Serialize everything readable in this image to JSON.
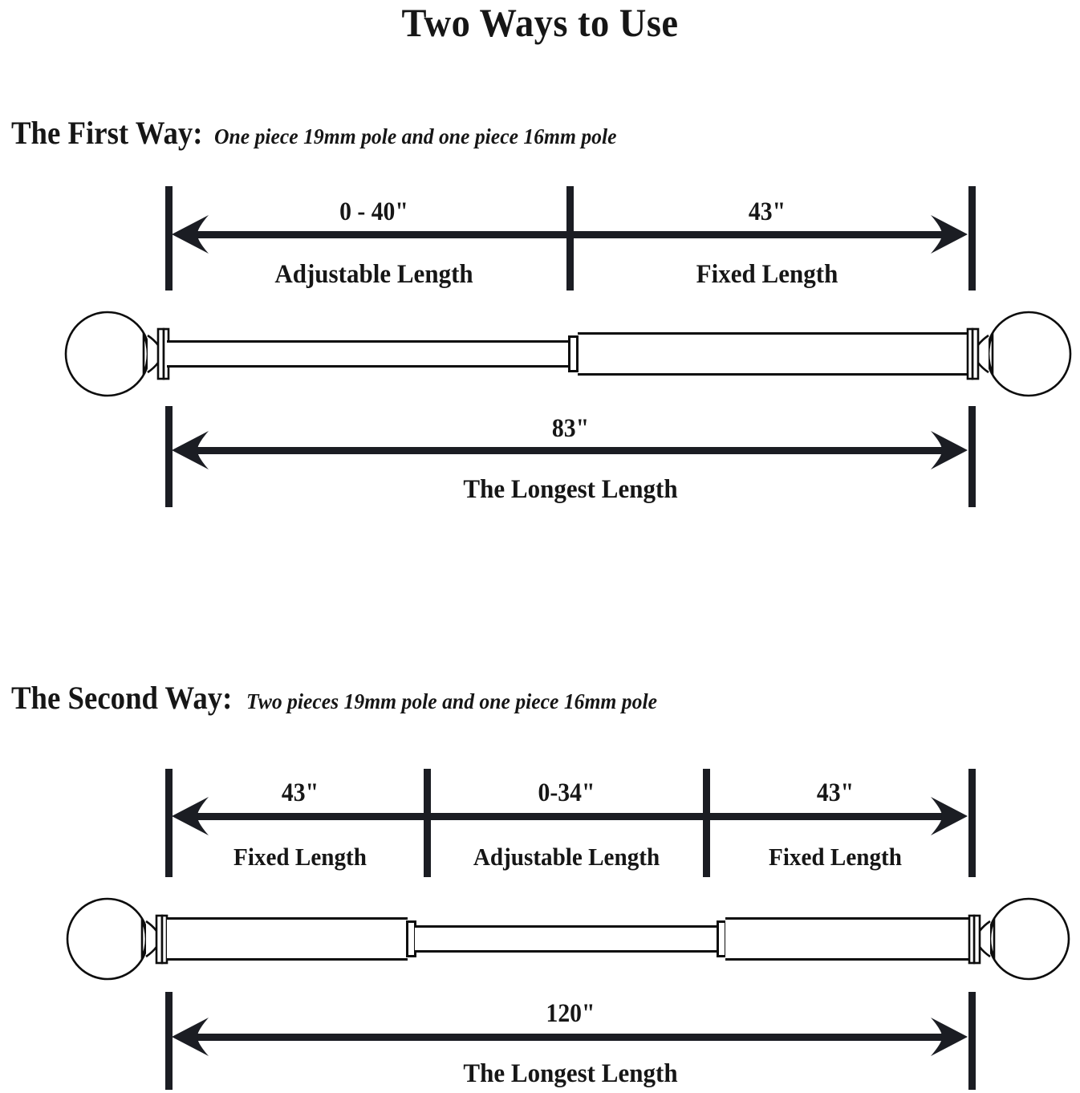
{
  "title": "Two Ways to Use",
  "sections": [
    {
      "id": "first-way",
      "label": "The First Way:",
      "description": "One piece 19mm pole and one piece 16mm pole",
      "top_dimensions": [
        {
          "value": "0 - 40\"",
          "name": "Adjustable Length"
        },
        {
          "value": "43\"",
          "name": "Fixed Length"
        }
      ],
      "total_dimension": {
        "value": "83\"",
        "name": "The Longest Length"
      }
    },
    {
      "id": "second-way",
      "label": "The Second Way:",
      "description": "Two pieces 19mm pole and one piece 16mm pole",
      "top_dimensions": [
        {
          "value": "43\"",
          "name": "Fixed Length"
        },
        {
          "value": "0-34\"",
          "name": "Adjustable Length"
        },
        {
          "value": "43\"",
          "name": "Fixed Length"
        }
      ],
      "total_dimension": {
        "value": "120\"",
        "name": "The Longest Length"
      }
    }
  ],
  "colors": {
    "ink": "#1b1d23",
    "outline": "#0d0d0d",
    "background": "#ffffff"
  }
}
